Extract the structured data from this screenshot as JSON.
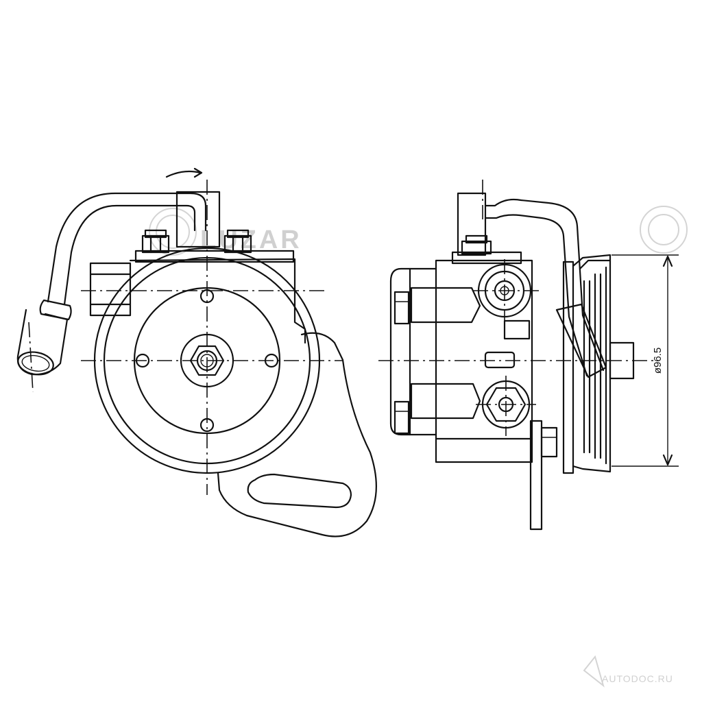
{
  "diagram": {
    "dimension_label": "ø96.5",
    "watermark_brand": "LUZAR",
    "watermark_site": "AUTODOC.RU"
  },
  "colors": {
    "line": "#111111",
    "watermark": "#d0d0d0",
    "background": "#ffffff"
  }
}
